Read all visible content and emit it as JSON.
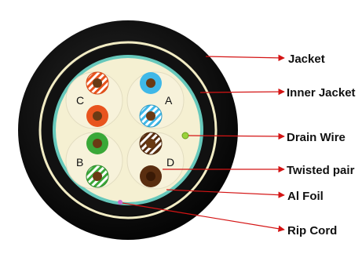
{
  "callouts": {
    "jacket": "Jacket",
    "inner_jacket": "Inner Jacket",
    "drain_wire": "Drain Wire",
    "twisted_pair": "Twisted pair",
    "al_foil": "Al Foil",
    "rip_cord": "Rip Cord"
  },
  "pairs": {
    "a": "A",
    "b": "B",
    "c": "C",
    "d": "D"
  },
  "colors": {
    "jacket": "#0d0d0d",
    "inner_jacket_ring": "#f2ecc4",
    "al_foil": "#66c8bb",
    "core_fill": "#f5f0d2",
    "leader_lines": "#d41414",
    "pair_a": "#3fb8e8",
    "pair_b": "#3aa838",
    "pair_c": "#e8541e",
    "pair_d": "#5a2e10"
  }
}
